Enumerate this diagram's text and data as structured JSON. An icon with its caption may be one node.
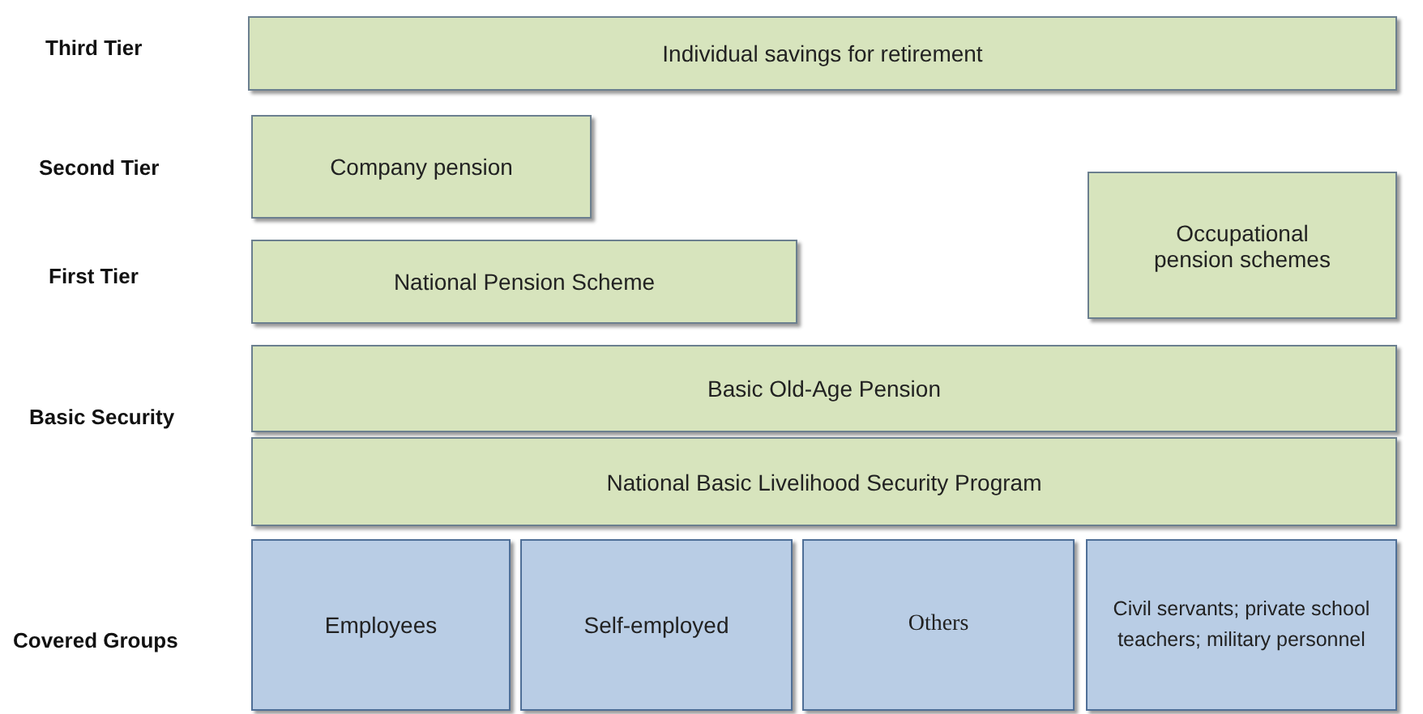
{
  "diagram": {
    "nodes": [
      {
        "text": [
          "Individual savings for retirement"
        ]
      },
      {
        "text": [
          "Company pension"
        ]
      },
      {
        "text": [
          "Occupational pension schemes"
        ]
      },
      {
        "text": [
          "National Pension Scheme"
        ]
      },
      {
        "text": [
          "Basic Old-Age Pension"
        ]
      },
      {
        "text": [
          "National Basic Livelihood Security Program"
        ]
      },
      {
        "text": [
          "Employees"
        ]
      },
      {
        "text": [
          "Self-employed"
        ]
      },
      {
        "text": [
          "Others"
        ]
      },
      {
        "text": [
          "Civil servants; private school teachers; military personnel"
        ]
      }
    ],
    "labels": [
      "Third Tier",
      "Second Tier",
      "First Tier",
      "Basic Security",
      "Covered Groups"
    ]
  }
}
